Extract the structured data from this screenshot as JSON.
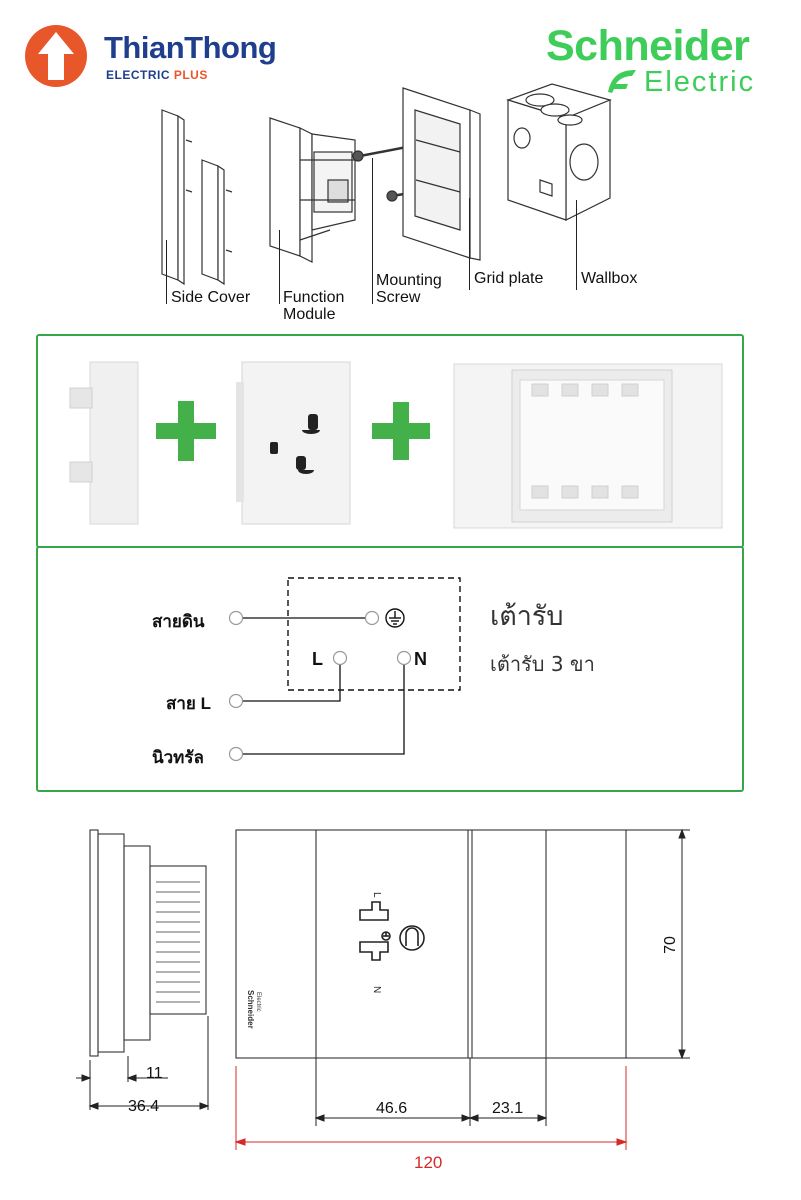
{
  "header": {
    "thianthong_logo": {
      "name": "ThianThong",
      "sub_left": "ELECTRIC",
      "sub_right": "PLUS"
    },
    "schneider_logo": {
      "name": "Schneider",
      "sub": "Electric"
    }
  },
  "exploded_view": {
    "labels": {
      "side_cover": "Side Cover",
      "function_module_1": "Function",
      "function_module_2": "Module",
      "mounting_screw_1": "Mounting",
      "mounting_screw_2": "Screw",
      "grid_plate": "Grid plate",
      "wallbox": "Wallbox"
    }
  },
  "assembly": {
    "plus_symbol": "+"
  },
  "wiring": {
    "title": "เต้ารับ",
    "subtitle": "เต้ารับ 3 ขา",
    "ground_wire": "สายดิน",
    "live_wire": "สาย L",
    "neutral_wire": "นิวทรัล",
    "terminal_l": "L",
    "terminal_n": "N"
  },
  "dimensions": {
    "d_11": "11",
    "d_36_4": "36.4",
    "d_46_6": "46.6",
    "d_23_1": "23.1",
    "d_70": "70",
    "d_120": "120",
    "face_label_l": "L",
    "face_label_n": "N",
    "brand_vertical_1": "Schneider",
    "brand_vertical_2": "Electric"
  },
  "colors": {
    "thianthong_orange": "#e8572a",
    "thianthong_blue": "#1f3e8c",
    "schneider_green": "#3dcd58",
    "panel_border": "#35a74a",
    "plus_green": "#44b04a",
    "dim_red": "#d42a2a"
  }
}
